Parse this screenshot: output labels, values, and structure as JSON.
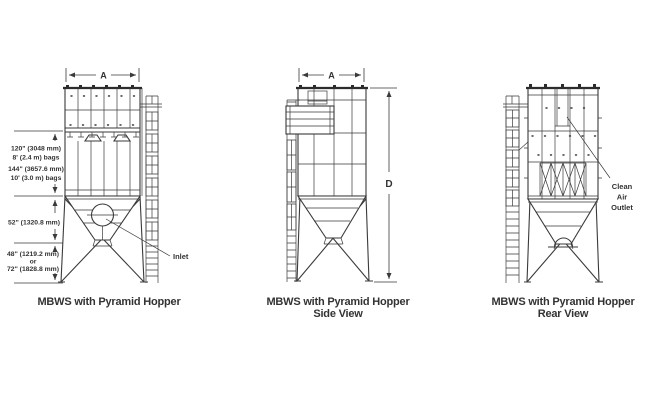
{
  "page": {
    "background": "#ffffff"
  },
  "colors": {
    "line": "#3a3a3a",
    "text": "#333333"
  },
  "front_view": {
    "caption": "MBWS with Pyramid Hopper",
    "width_dim_label": "A",
    "bag_dim_lines": [
      "120\" (3048 mm)",
      "8' (2.4 m) bags",
      "144\" (3657.6 mm)",
      "10' (3.0 m) bags"
    ],
    "hopper_dim_label": "52\" (1320.8 mm)",
    "leg_dim_lines": [
      "48\" (1219.2 mm)",
      "or",
      "72\" (1828.8 mm)"
    ],
    "inlet_label": "Inlet"
  },
  "side_view": {
    "caption_line1": "MBWS with Pyramid Hopper",
    "caption_line2": "Side View",
    "width_dim_label": "A",
    "height_dim_label": "D"
  },
  "rear_view": {
    "caption_line1": "MBWS with Pyramid Hopper",
    "caption_line2": "Rear View",
    "outlet_label_lines": [
      "Clean",
      "Air",
      "Outlet"
    ]
  }
}
